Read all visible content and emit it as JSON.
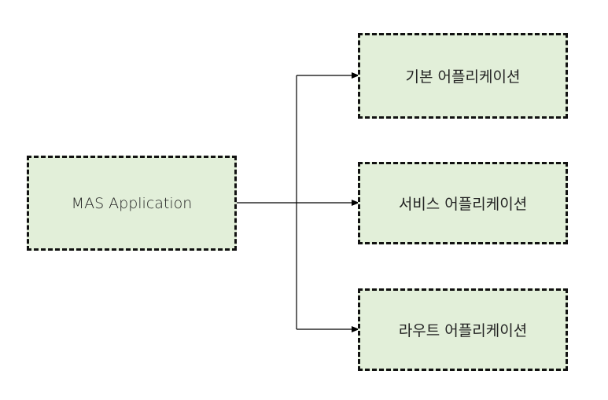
{
  "colors": {
    "node_fill": "#e2efd9",
    "node_border": "#111111",
    "text": "#222222",
    "connector": "#000000"
  },
  "source": {
    "label": "MAS Application"
  },
  "targets": [
    {
      "label": "기본 어플리케이션"
    },
    {
      "label": "서비스 어플리케이션"
    },
    {
      "label": "라우트 어플리케이션"
    }
  ]
}
